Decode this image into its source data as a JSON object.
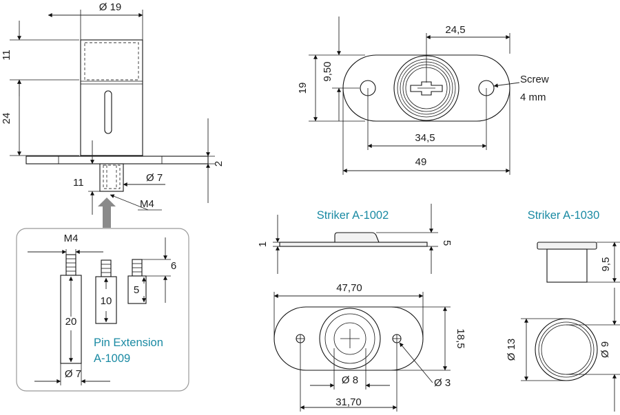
{
  "labels": {
    "pin_extension_line1": "Pin Extension",
    "pin_extension_line2": "A-1009",
    "striker_1002": "Striker A-1002",
    "striker_1030": "Striker A-1030",
    "screw_line1": "Screw",
    "screw_line2": "4 mm"
  },
  "dimensions": {
    "main_diameter": "Ø 19",
    "main_height_top": "11",
    "main_height_body": "24",
    "plate_thickness": "2",
    "pin_length": "11",
    "pin_diameter": "Ø 7",
    "pin_thread": "M4",
    "top_width_inner": "24,5",
    "top_height_inner": "9,50",
    "top_height": "19",
    "top_hole_spacing": "34,5",
    "top_width": "49",
    "ext_thread": "M4",
    "ext_len_20": "20",
    "ext_len_10": "10",
    "ext_len_5": "5",
    "ext_len_6": "6",
    "ext_diameter": "Ø 7",
    "s1002_thickness": "1",
    "s1002_height": "5",
    "s1002_width": "47,70",
    "s1002_depth": "18,5",
    "s1002_center_dia": "Ø 8",
    "s1002_hole_dia": "Ø 3",
    "s1002_hole_spacing": "31,70",
    "s1030_height": "9,5",
    "s1030_outer_dia": "Ø 13",
    "s1030_inner_dia": "Ø 9"
  }
}
